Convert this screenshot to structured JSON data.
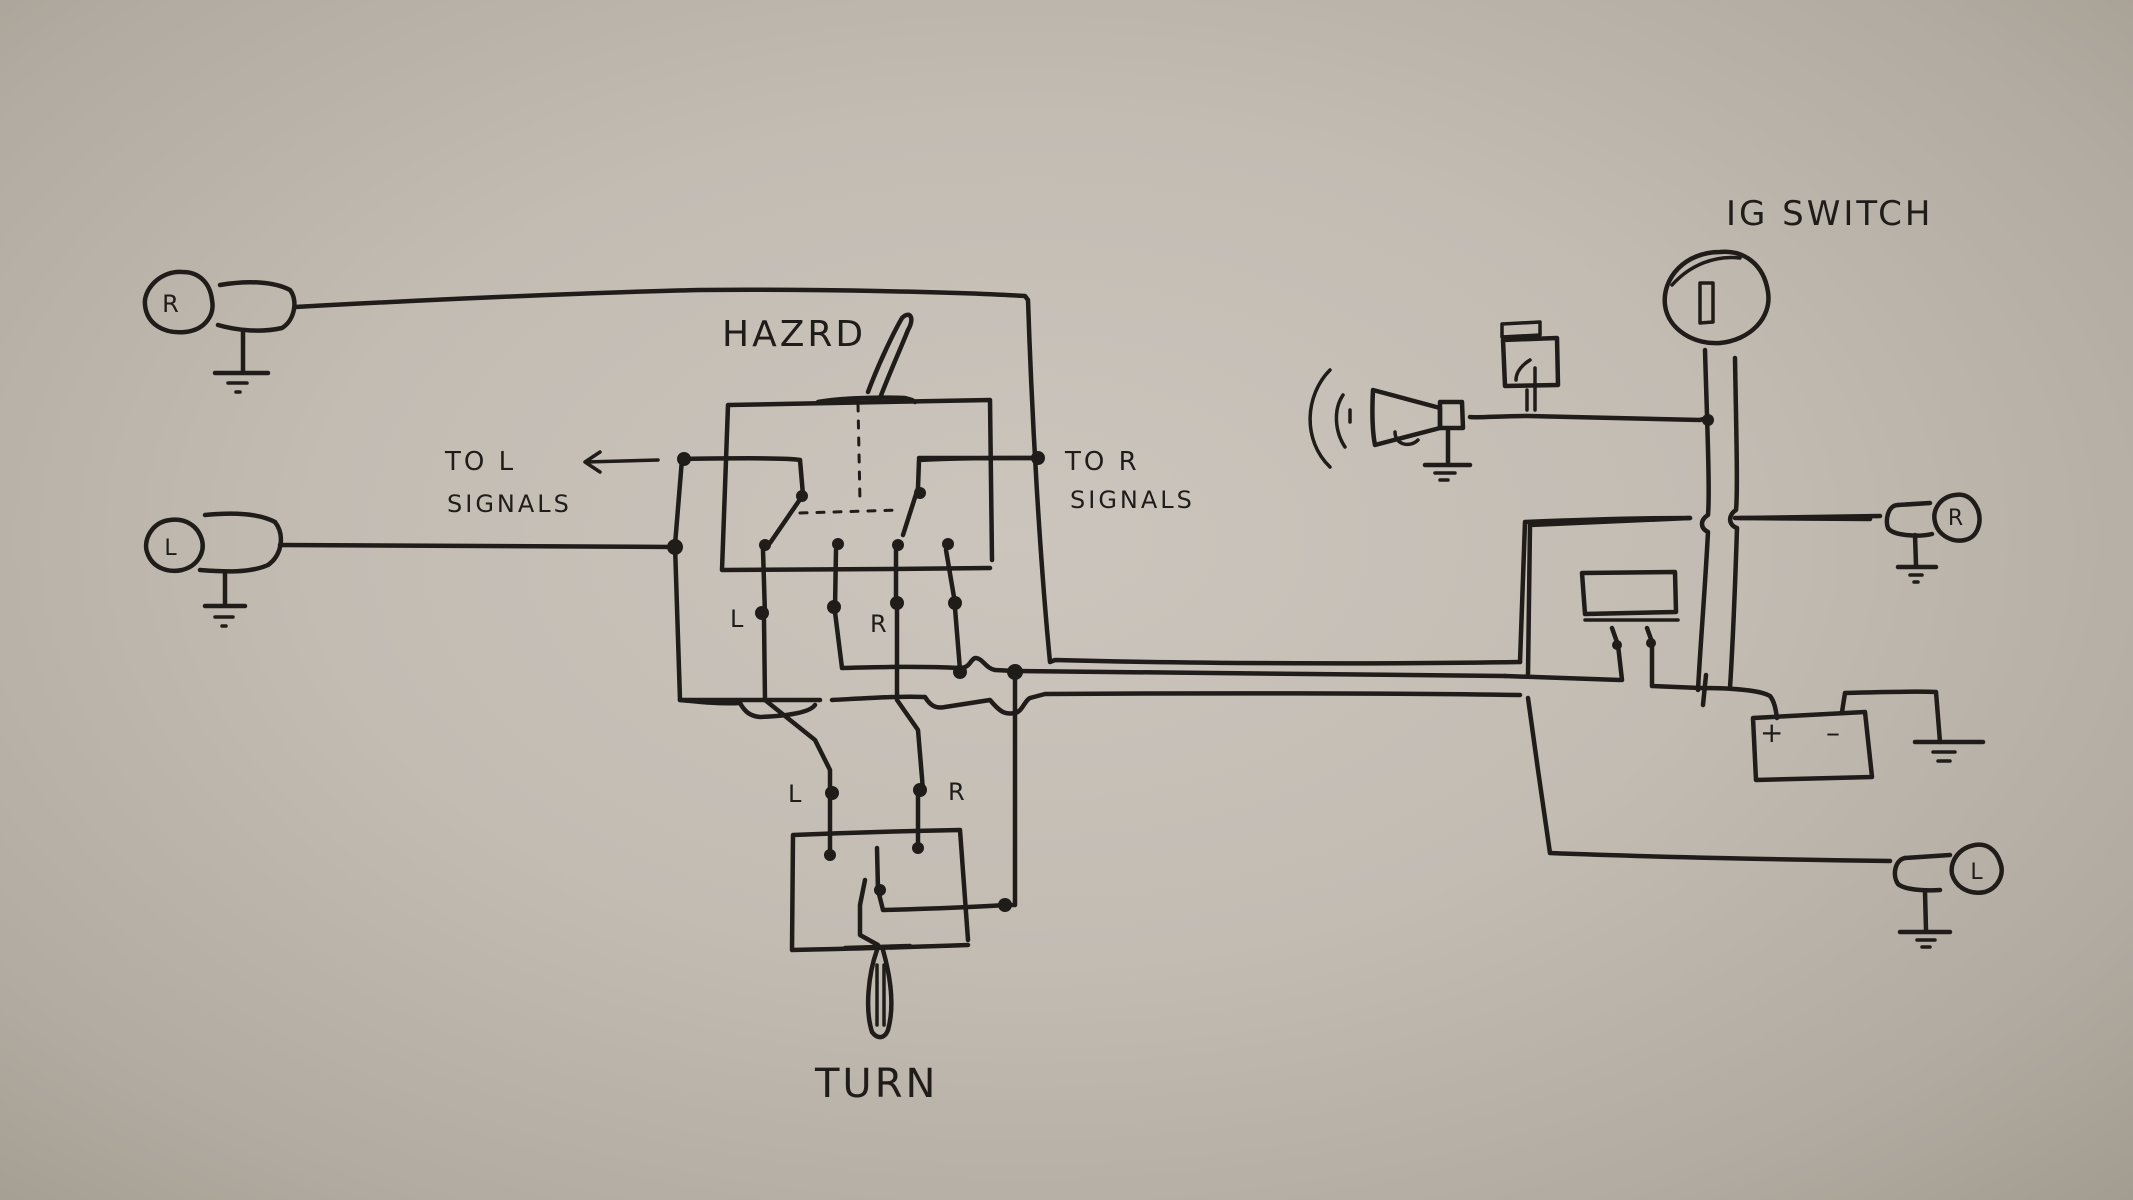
{
  "diagram": {
    "type": "hand-drawn wiring schematic",
    "colors": {
      "paper": "#c3bdb4",
      "ink": "#1f1c19"
    },
    "labels": {
      "hazard": "HAZRD",
      "turn": "TURN",
      "to_l_line1": "TO L",
      "to_l_arrow": "←",
      "to_l_line2": "SIGNALS",
      "to_r_line1": "TO R",
      "to_r_line2": "SIGNALS",
      "ig_switch": "IG SWITCH",
      "hazard_term_l": "L",
      "hazard_term_r": "R",
      "turn_term_l": "L",
      "turn_term_r": "R",
      "battery_plus": "+",
      "battery_minus": "–"
    },
    "lamps": [
      {
        "id": "front-right",
        "letter": "R"
      },
      {
        "id": "front-left",
        "letter": "L"
      },
      {
        "id": "rear-right",
        "letter": "R"
      },
      {
        "id": "rear-left",
        "letter": "L"
      }
    ],
    "components": [
      "hazard switch",
      "turn switch",
      "flasher relay",
      "horn",
      "horn button",
      "ignition switch",
      "battery",
      "ground"
    ]
  }
}
